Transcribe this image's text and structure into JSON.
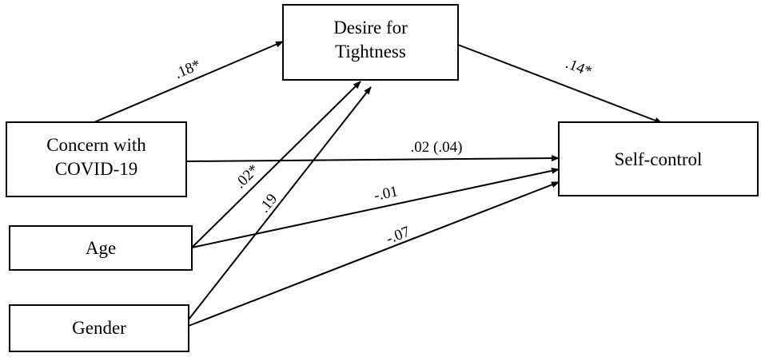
{
  "nodes": {
    "desire": {
      "lines": [
        "Desire for",
        "Tightness"
      ]
    },
    "concern": {
      "lines": [
        "Concern with",
        "COVID-19"
      ]
    },
    "age": {
      "lines": [
        "Age"
      ]
    },
    "gender": {
      "lines": [
        "Gender"
      ]
    },
    "selfcontrol": {
      "lines": [
        "Self-control"
      ]
    }
  },
  "paths": {
    "concern_to_desire": ".18*",
    "desire_to_selfcontrol": ".14*",
    "concern_to_selfcontrol": ".02 (.04)",
    "age_to_desire": ".02*",
    "gender_to_desire": ".19",
    "age_to_selfcontrol": "-.01",
    "gender_to_selfcontrol": "-.07"
  }
}
